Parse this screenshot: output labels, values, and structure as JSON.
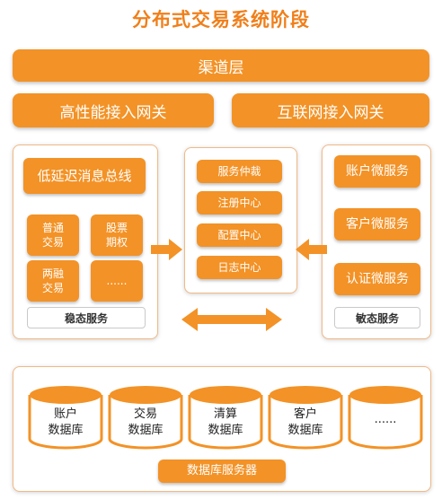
{
  "title": "分布式交易系统阶段",
  "channel_layer": "渠道层",
  "gateways": [
    "高性能接入网关",
    "互联网接入网关"
  ],
  "left_panel": {
    "bus": "低延迟消息总线",
    "items": [
      "普通\n交易",
      "股票\n期权",
      "两融\n交易",
      "......"
    ],
    "footer": "稳态服务"
  },
  "center_panel": {
    "items": [
      "服务仲裁",
      "注册中心",
      "配置中心",
      "日志中心"
    ]
  },
  "right_panel": {
    "items": [
      "账户微服务",
      "客户微服务",
      "认证微服务"
    ],
    "footer": "敏态服务"
  },
  "databases": {
    "items": [
      "账户\n数据库",
      "交易\n数据库",
      "清算\n数据库",
      "客户\n数据库",
      "......"
    ],
    "footer": "数据库服务器"
  },
  "colors": {
    "accent": "#f39226",
    "title": "#f07f1a",
    "border": "#f1b987"
  }
}
